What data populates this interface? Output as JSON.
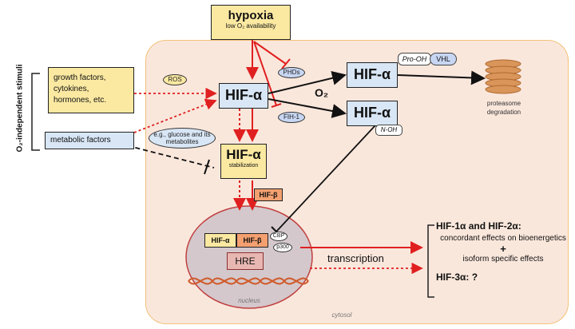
{
  "hypoxia": {
    "title": "hypoxia",
    "subtitle": "low O₂ availability"
  },
  "side_label": "O₂-independent stimuli",
  "growth_factors": "growth factors, cytokines, hormones, etc.",
  "metabolic_factors": "metabolic factors",
  "ros": "ROS",
  "glucose": "e.g., glucose and its metabolites",
  "hif_alpha": "HIF-α",
  "stabilization": "stabilization",
  "hif_beta": "HIF-β",
  "phds": "PHDs",
  "fih1": "FIH-1",
  "o2": "O₂",
  "pro_oh": "Pro-OH",
  "vhl": "VHL",
  "n_oh": "N-OH",
  "proteasome": "proteasome degradation",
  "cbp": "CBP",
  "p300": "p300",
  "hre": "HRE",
  "nucleus": "nucleus",
  "cytosol": "cytosol",
  "transcription": "transcription",
  "effects": {
    "heading": "HIF-1α and HIF-2α:",
    "line1": "concordant effects on bioenergetics",
    "plus": "+",
    "line2": "isoform specific effects",
    "hif3": "HIF-3α: ?"
  },
  "colors": {
    "cytosol_fill": "#fae7dc",
    "yellow": "#fbe9a2",
    "hif_blue": "#d8e6f5",
    "red": "#e02020",
    "beta_orange": "#f4a070"
  }
}
